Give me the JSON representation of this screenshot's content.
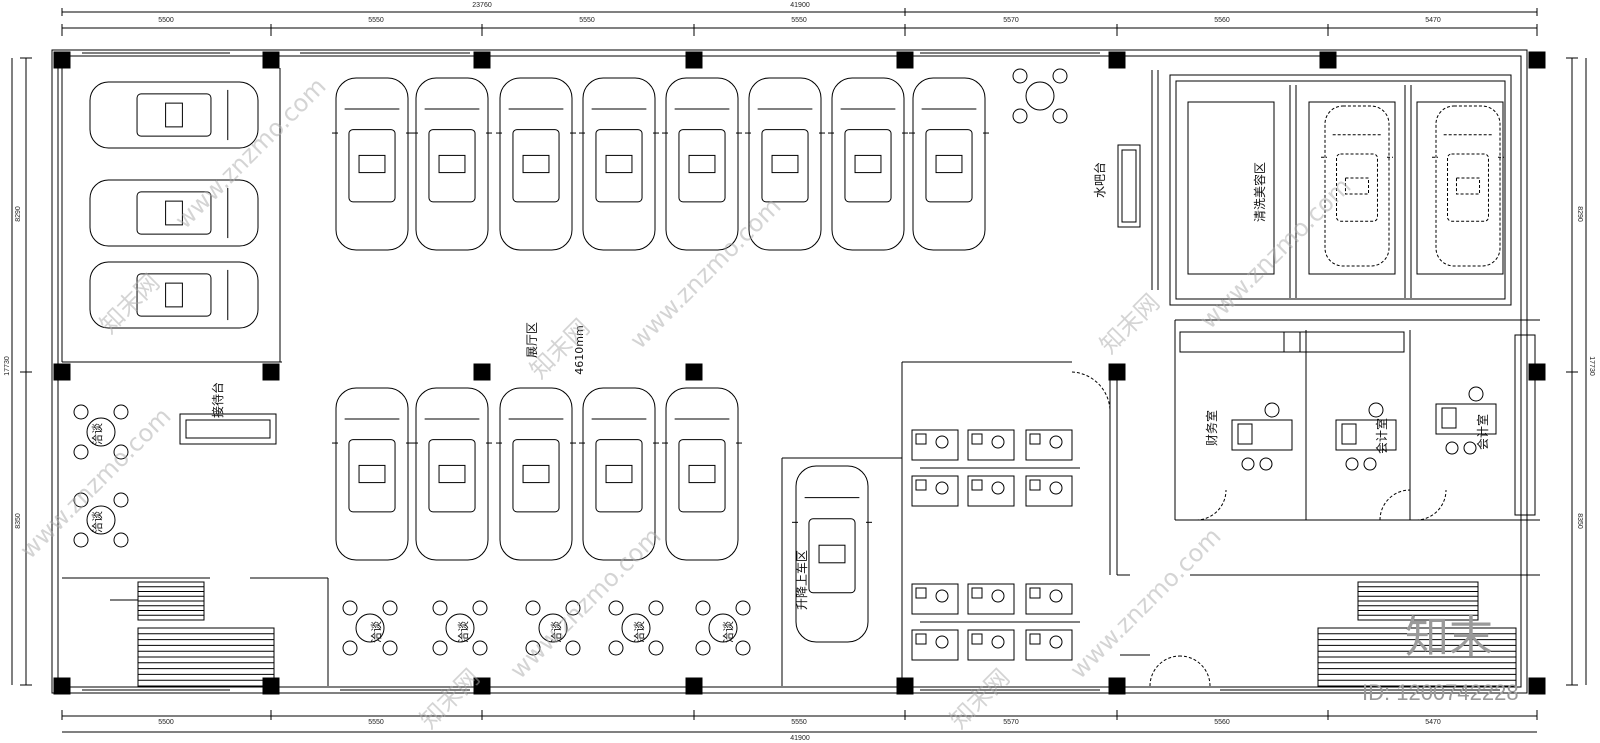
{
  "dimensions": {
    "top_row": [
      "5500",
      "5550",
      "5550",
      "5550",
      "5570",
      "5560",
      "5470"
    ],
    "top_subtotal": "23760",
    "top_total": "41900",
    "bottom_row": [
      "5500",
      "5550",
      "5550",
      "5570",
      "5560",
      "5470"
    ],
    "bottom_total": "41900",
    "left": [
      "8290",
      "17730",
      "8350"
    ],
    "right": [
      "8290",
      "17730",
      "8350"
    ]
  },
  "labels": {
    "showroom": "展厅区",
    "span": "4610mm",
    "water_bar": "水吧台",
    "reception": "接待台",
    "wash": "清洗美容区",
    "lift": "升降上车区",
    "finance": "财务室",
    "accounting": "会计室",
    "negotiate": "洽谈"
  },
  "watermark": {
    "logo": "知末",
    "id": "ID: 1200742228",
    "site": "www.znzmo.com",
    "brand": "知末网"
  }
}
